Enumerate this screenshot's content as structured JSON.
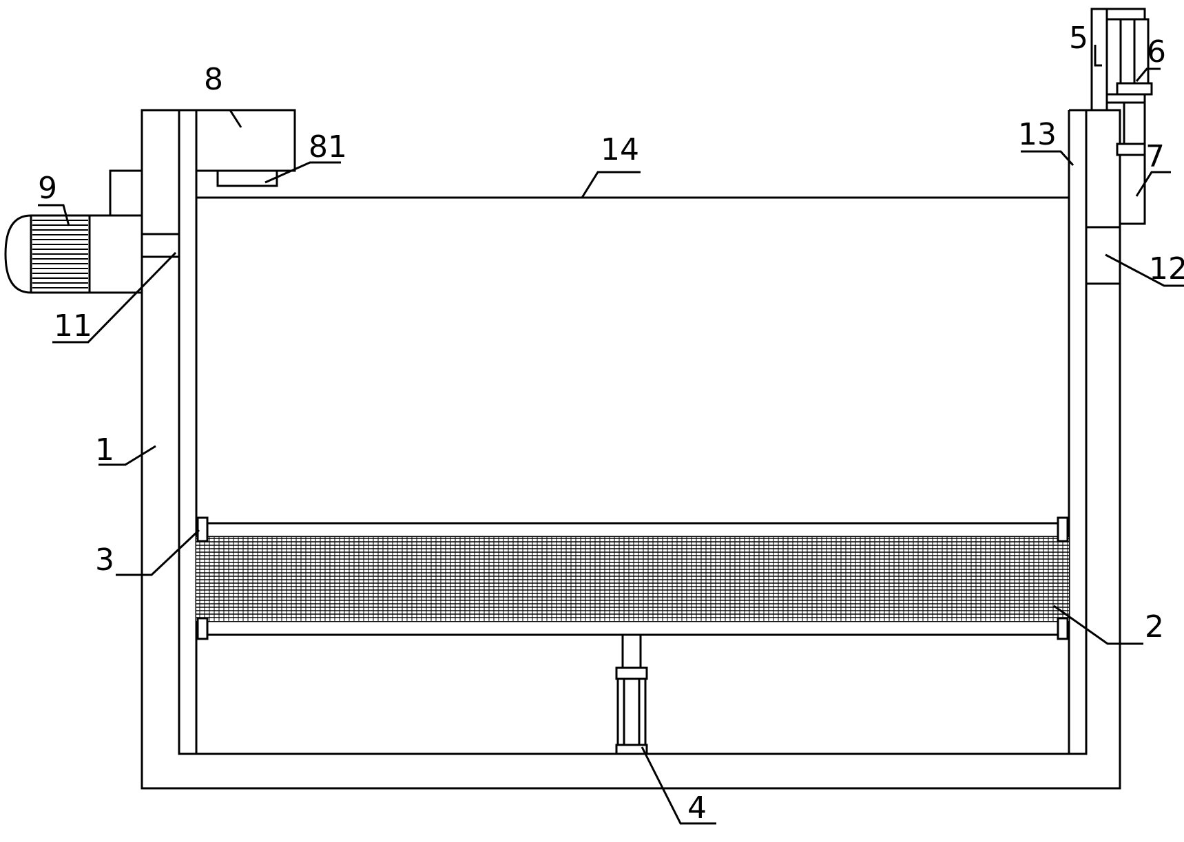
{
  "diagram": {
    "line_color": "#000000",
    "background": "#ffffff",
    "labels": {
      "l1": "1",
      "l2": "2",
      "l3": "3",
      "l4": "4",
      "l5": "5",
      "l6": "6",
      "l7": "7",
      "l8": "8",
      "l81": "81",
      "l9": "9",
      "l11": "11",
      "l12": "12",
      "l13": "13",
      "l14": "14"
    }
  }
}
